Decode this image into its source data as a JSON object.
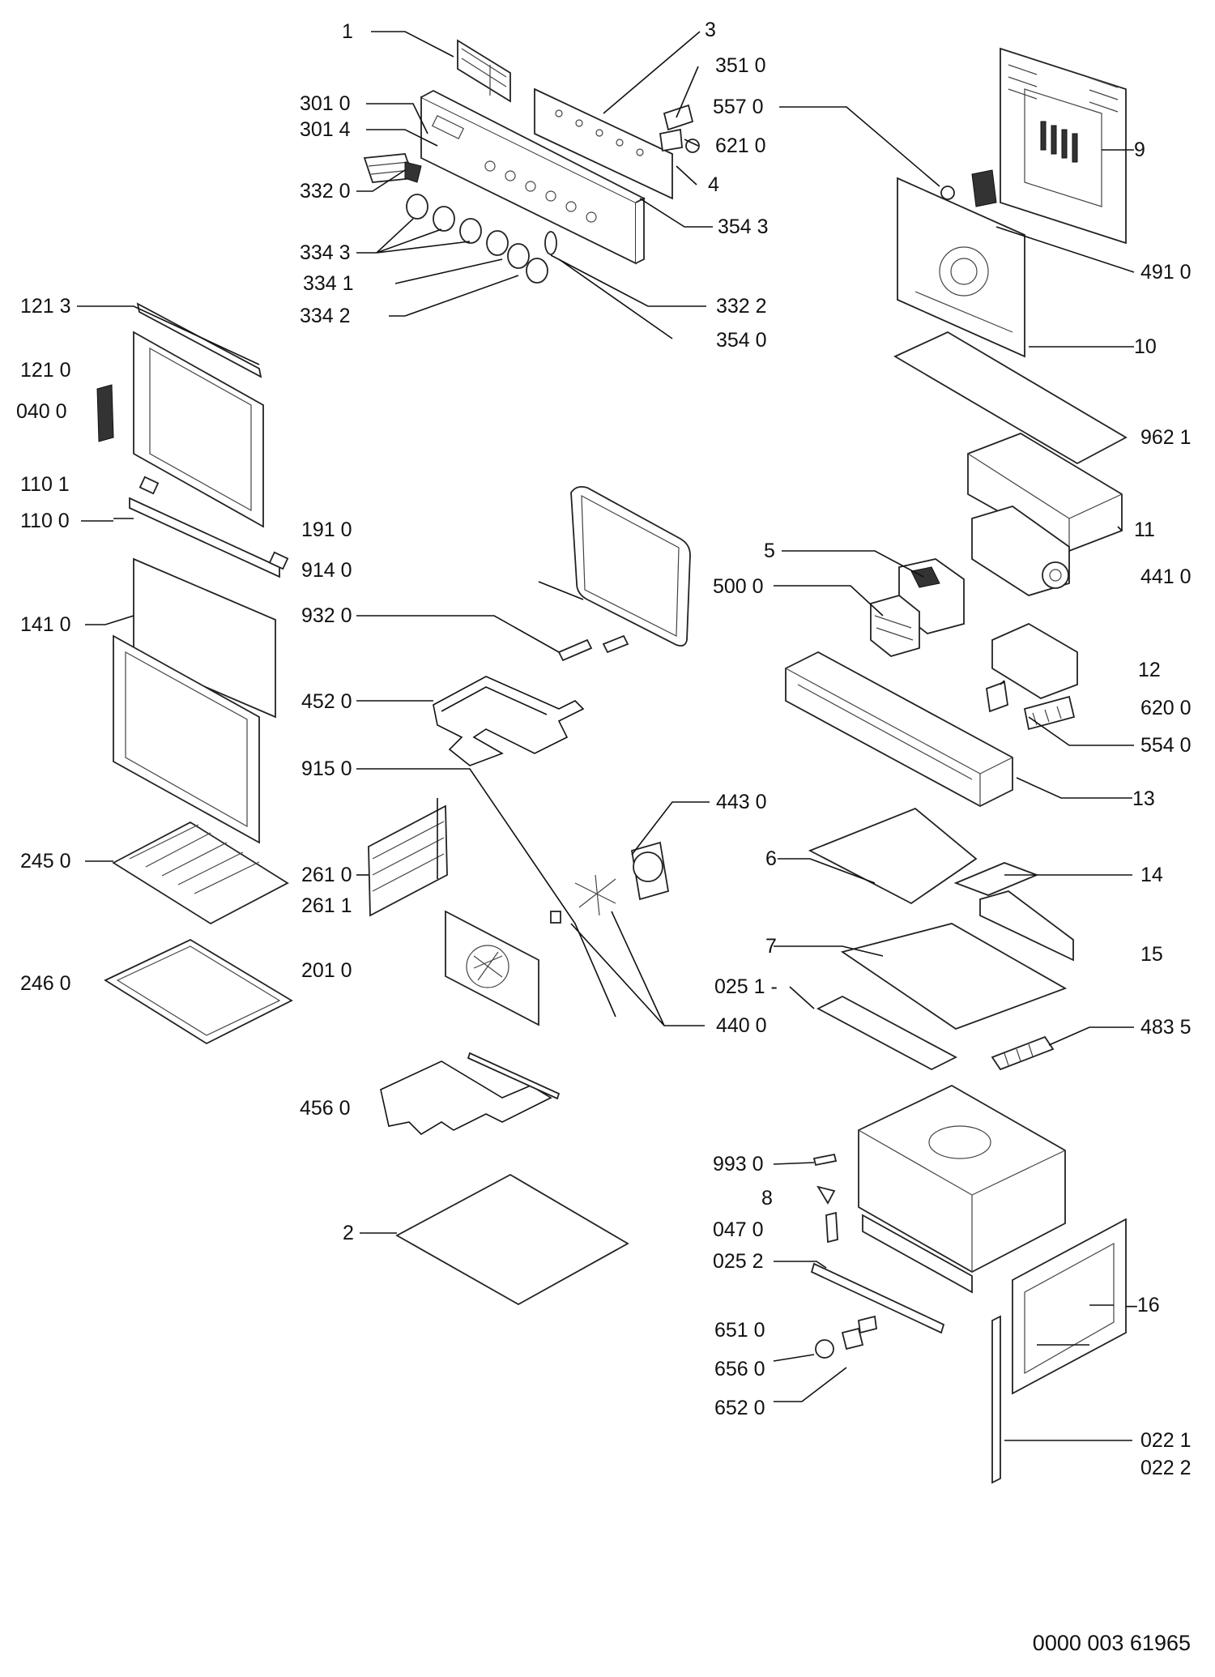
{
  "diagram": {
    "reference": "0000 003 61965",
    "labels": {
      "l1": "1",
      "l3": "3",
      "l3010": "301 0",
      "l3014": "301 4",
      "l3510": "351 0",
      "l5570": "557 0",
      "l6210": "621 0",
      "l3320": "332 0",
      "l4": "4",
      "l3543": "354 3",
      "l3343": "334 3",
      "l3341": "334 1",
      "l3342": "334 2",
      "l3322": "332 2",
      "l3540": "354 0",
      "l9": "9",
      "l4910": "491 0",
      "l10": "10",
      "l9621": "962 1",
      "l11": "11",
      "l4410": "441 0",
      "l5": "5",
      "l5000": "500 0",
      "l12": "12",
      "l6200": "620 0",
      "l5540": "554 0",
      "l13": "13",
      "l1213": "121 3",
      "l1210": "121 0",
      "l0400": "040 0",
      "l1101": "110 1",
      "l1100": "110 0",
      "l1910": "191 0",
      "l9140": "914 0",
      "l9320": "932 0",
      "l1410": "141 0",
      "l4520": "452 0",
      "l9150": "915 0",
      "l4430": "443 0",
      "l6": "6",
      "l14": "14",
      "l2450": "245 0",
      "l2610": "261 0",
      "l2611": "261 1",
      "l2010": "201 0",
      "l2460": "246 0",
      "l7": "7",
      "l15": "15",
      "l0251": "025 1 -",
      "l4400": "440 0",
      "l4835": "483 5",
      "l4560": "456 0",
      "l9930": "993 0",
      "l8": "8",
      "l2": "2",
      "l0470": "047 0",
      "l0252": "025 2",
      "l16": "–16",
      "l6510": "651 0",
      "l6560": "656 0",
      "l6520": "652 0",
      "l0221": "022 1",
      "l0222": "022 2"
    }
  }
}
